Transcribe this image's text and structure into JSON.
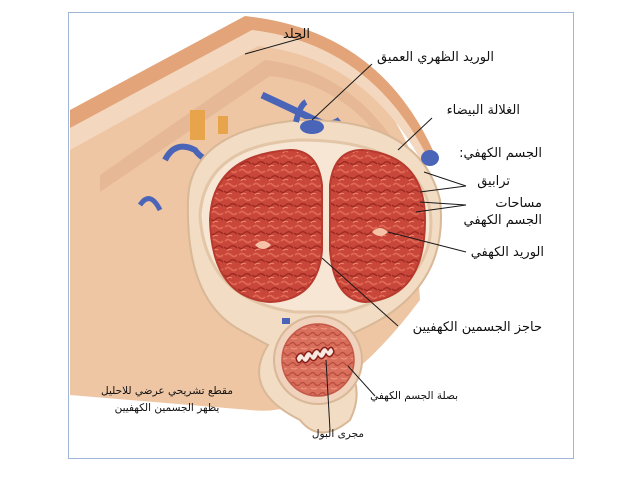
{
  "labels": {
    "skin": "الجلد",
    "deep_dorsal_vein": "الوريد الظهري العميق",
    "tunica_albuginea": "الغلالة البيضاء",
    "corpus_cavernosum_heading": "الجسم الكهفي:",
    "trabeculae": "ترابيق",
    "spaces": "مساحات",
    "spaces_of_corpus": "الجسم الكهفي",
    "cavernous_vein": "الوريد الكهفي",
    "septum": "حاجز الجسمين الكهفيين",
    "spongiosum_bulb": "بصلة الجسم الكهفي",
    "urethra": "مجرى البول"
  },
  "caption": {
    "line1": "مقطع تشريحي عرضي للاحليل",
    "line2": "يظهر الجسمين الكهفيين"
  },
  "colors": {
    "frame_border": "#9fb6d8",
    "skin": "#e8b48a",
    "tissue": "#f2dcc4",
    "erectile": "#c4463a",
    "vein": "#4a64b8",
    "leader": "#1a1a1a"
  }
}
